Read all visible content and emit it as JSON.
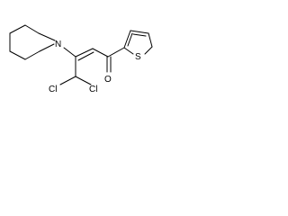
{
  "molecule": {
    "atoms": {
      "nitrogen": "N",
      "oxygen": "O",
      "sulfur": "S",
      "chlorine_1": "Cl",
      "chlorine_2": "Cl"
    }
  },
  "colors": {
    "background": "#ffffff",
    "ink": "#000000"
  }
}
